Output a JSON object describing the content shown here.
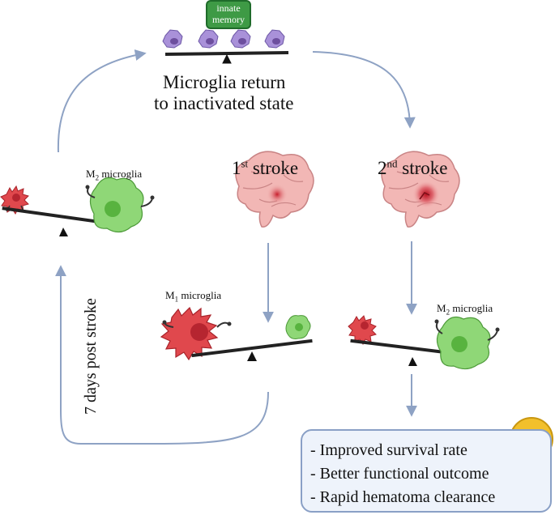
{
  "top": {
    "badge_line1": "innate",
    "badge_line2": "memory",
    "caption_line1": "Microglia return",
    "caption_line2": "to inactivated state"
  },
  "left": {
    "m2_label_prefix": "M",
    "m2_label_sub": "2",
    "m2_label_suffix": " microglia",
    "vertical_label": "7 days post stroke"
  },
  "first_stroke": {
    "num": "1",
    "sup": "st",
    "word": " stroke",
    "m1_label_prefix": "M",
    "m1_label_sub": "1",
    "m1_label_suffix": " microglia"
  },
  "second_stroke": {
    "num": "2",
    "sup": "nd",
    "word": " stroke",
    "m2_label_prefix": "M",
    "m2_label_sub": "2",
    "m2_label_suffix": " microglia"
  },
  "outcomes": {
    "items": [
      "Improved survival rate",
      "Better functional outcome",
      "Rapid hematoma clearance"
    ],
    "icon": "smiley-face-icon"
  },
  "colors": {
    "arrow": "#8ea2c4",
    "m1_red": "#e0484d",
    "m2_green": "#8fd777",
    "resting_purple": "#a991d9",
    "brain_pink": "#f2b7b5",
    "badge_green": "#3e9a45"
  }
}
